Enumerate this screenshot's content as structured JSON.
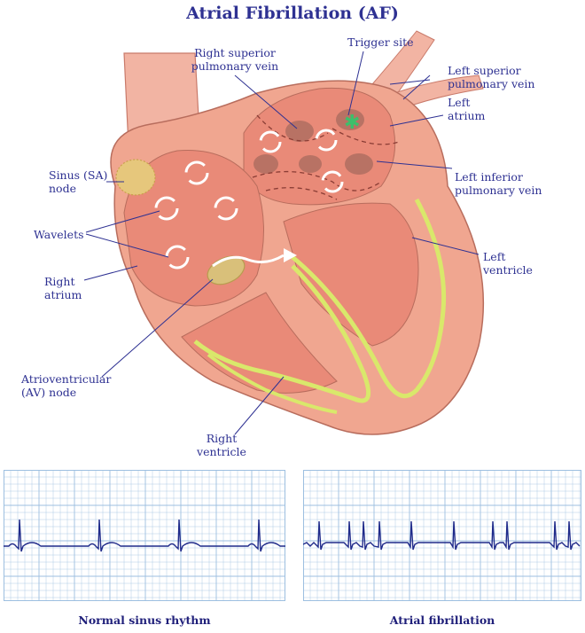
{
  "title": "Atrial Fibrillation (AF)",
  "labels": {
    "trigger_site": "Trigger site",
    "right_superior_pv": [
      "Right superior",
      "pulmonary vein"
    ],
    "left_superior_pv": [
      "Left superior",
      "pulmonary vein"
    ],
    "left_atrium": [
      "Left",
      "atrium"
    ],
    "sinus_node": [
      "Sinus (SA)",
      "node"
    ],
    "left_inferior_pv": [
      "Left inferior",
      "pulmonary vein"
    ],
    "wavelets": "Wavelets",
    "left_ventricle": [
      "Left",
      "ventricle"
    ],
    "right_atrium": [
      "Right",
      "atrium"
    ],
    "av_node": [
      "Atrioventricular",
      "(AV) node"
    ],
    "right_ventricle": [
      "Right",
      "ventricle"
    ]
  },
  "ecg": {
    "normal_caption": "Normal sinus rhythm",
    "af_caption": "Atrial fibrillation"
  },
  "colors": {
    "label_text": "#2e3192",
    "heart_tissue": "#f0a690",
    "heart_inner": "#e98a78",
    "conduction": "#d9e86b",
    "trigger": "#3dbf6a",
    "grid": "#9dbfe0",
    "trace": "#1f2a8a"
  }
}
